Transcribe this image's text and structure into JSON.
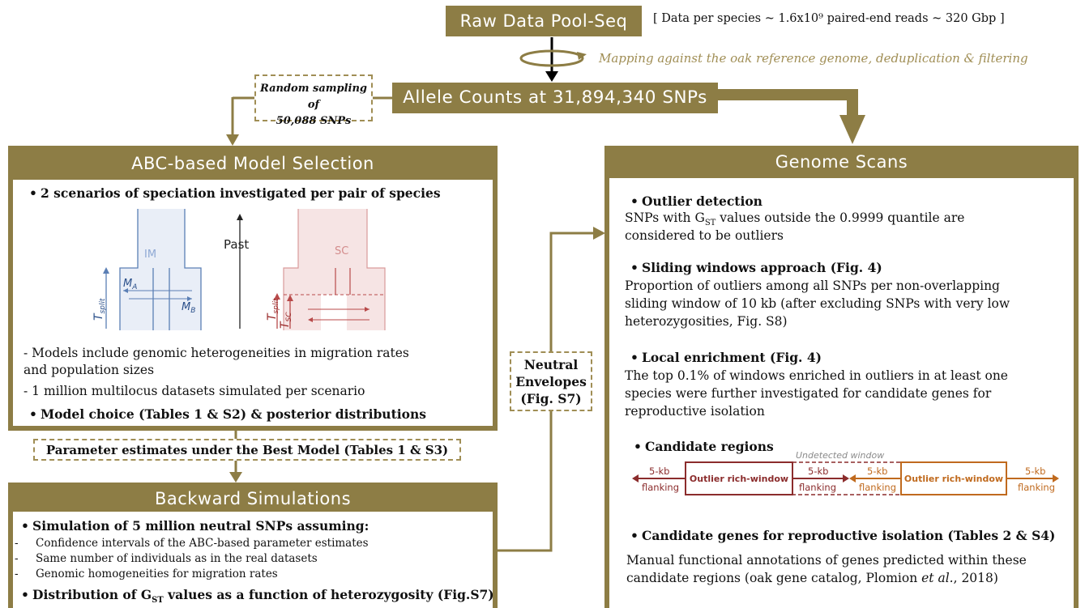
{
  "top": {
    "raw_data": "Raw Data Pool-Seq",
    "raw_data_note": "[ Data per species  ~ 1.6x10⁹ paired-end reads ~ 320 Gbp ]",
    "mapping_note": "Mapping against the oak reference genome, deduplication & filtering",
    "allele_counts": "Allele Counts at 31,894,340 SNPs",
    "random_sampling_line1": "Random sampling of",
    "random_sampling_line2": "50,088 SNPs"
  },
  "abc": {
    "title": "ABC-based Model Selection",
    "bullet1": "2 scenarios of speciation investigated per pair of species",
    "figure": {
      "im_label": "IM",
      "sc_label": "SC",
      "past_label": "Past",
      "ma": "M",
      "ma_sub": "A",
      "mb": "M",
      "mb_sub": "B",
      "tsplit": "T",
      "tsplit_sub": "split",
      "tsc": "T",
      "tsc_sub": "SC"
    },
    "line1": "- Models include genomic heterogeneities in migration rates",
    "line2": "and population sizes",
    "line3": "- 1 million multilocus datasets simulated per scenario",
    "bullet2": "Model choice (Tables 1 & S2) & posterior distributions"
  },
  "parameter_estimates": "Parameter estimates under the Best Model (Tables 1 & S3)",
  "backward": {
    "title": "Backward Simulations",
    "bullet1": "Simulation of 5 million neutral SNPs assuming:",
    "sub1": "Confidence intervals of the ABC-based parameter estimates",
    "sub2": "Same number of individuals as in the real datasets",
    "sub3": "Genomic homogeneities for migration rates",
    "bullet2_pre": "Distribution of G",
    "bullet2_sub": "ST",
    "bullet2_post": " values as a function of heterozygosity (Fig.S7)"
  },
  "neutral": {
    "line1": "Neutral",
    "line2": "Envelopes",
    "line3": "(Fig. S7)"
  },
  "genome": {
    "title": "Genome Scans",
    "s1_title": "Outlier detection",
    "s1_pre": "SNPs with G",
    "s1_sub": "ST",
    "s1_post": " values outside the 0.9999 quantile are",
    "s1_line2": "considered to be outliers",
    "s2_title": "Sliding windows approach (Fig. 4)",
    "s2_line1": "Proportion of outliers among all SNPs per non-overlapping",
    "s2_line2": "sliding window of 10 kb (after excluding SNPs with very low",
    "s2_line3": "heterozygosities, Fig. S8)",
    "s3_title": "Local enrichment (Fig. 4)",
    "s3_line1": "The top 0.1% of windows enriched in outliers in at least one",
    "s3_line2": "species were further investigated for candidate genes for",
    "s3_line3": "reproductive isolation",
    "s4_title": "Candidate regions",
    "regions": {
      "undetected": "Undetected window",
      "outlier1": "Outlier rich-window",
      "outlier2": "Outlier rich-window",
      "flank_kb": "5-kb",
      "flanking": "flanking"
    },
    "s5_title": "Candidate genes for reproductive isolation (Tables 2 & S4)",
    "s5_line1": "Manual functional annotations of genes predicted within these",
    "s5_line2_pre": "candidate regions (oak gene catalog, Plomion ",
    "s5_line2_italic": "et al.",
    "s5_line2_post": ", 2018)"
  },
  "colors": {
    "gold": "#8d7d45",
    "im_blue": "#5b7fb5",
    "sc_red": "#b84a4a",
    "region_dark_red": "#8b2c2c",
    "region_orange": "#c06a1e"
  }
}
